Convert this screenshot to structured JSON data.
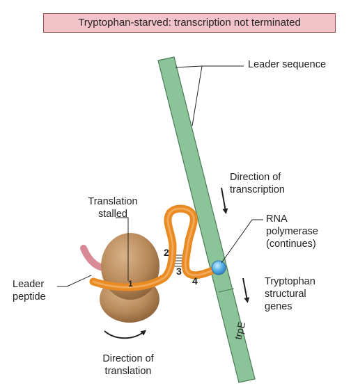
{
  "banner": "Tryptophan-starved: transcription not terminated",
  "labels": {
    "leader_sequence": "Leader sequence",
    "direction_of_transcription": [
      "Direction of",
      "transcription"
    ],
    "translation_stalled": [
      "Translation",
      "stalled"
    ],
    "rna_polymerase": [
      "RNA",
      "polymerase",
      "(continues)"
    ],
    "leader_peptide": [
      "Leader",
      "peptide"
    ],
    "structural_genes": [
      "Tryptophan",
      "structural",
      "genes"
    ],
    "direction_of_translation": [
      "Direction of",
      "translation"
    ],
    "trpE": "trpE"
  },
  "region_numbers": [
    "1",
    "2",
    "3",
    "4"
  ],
  "colors": {
    "banner_fill": "#f2c3c8",
    "dna_green": "#8cc49a",
    "mrna_orange": "#e98b22",
    "ribosome_brown": "#b8895a",
    "peptide_pink": "#d98a96",
    "polymerase_blue": "#5ab4e6"
  }
}
